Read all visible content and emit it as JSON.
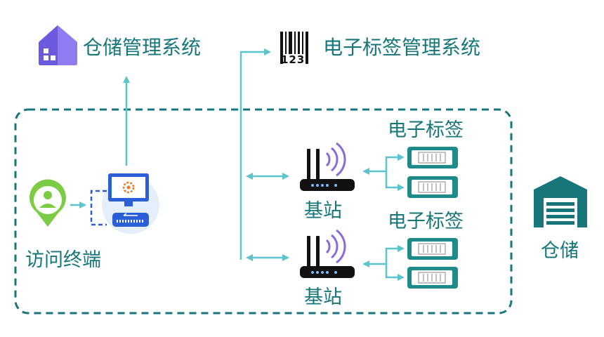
{
  "labels": {
    "warehouse_system": "仓储管理系统",
    "esl_system": "电子标签管理系统",
    "barcode_digits": "123",
    "esl_group_1": "电子标签",
    "esl_group_2": "电子标签",
    "base_station_1": "基站",
    "base_station_2": "基站",
    "access_terminal": "访问终端",
    "warehouse": "仓储"
  },
  "colors": {
    "text": "#16767a",
    "arrow": "#5cc4cc",
    "dashed_border": "#16767a",
    "tag_body": "#1e8a8a",
    "router": "#111111",
    "wifi_waves": "#8a6ad8",
    "pc": "#2b5fd8",
    "location_pin": "#7ccb45",
    "house_icon": "#6a5ae0",
    "warehouse_icon": "#16767a"
  }
}
